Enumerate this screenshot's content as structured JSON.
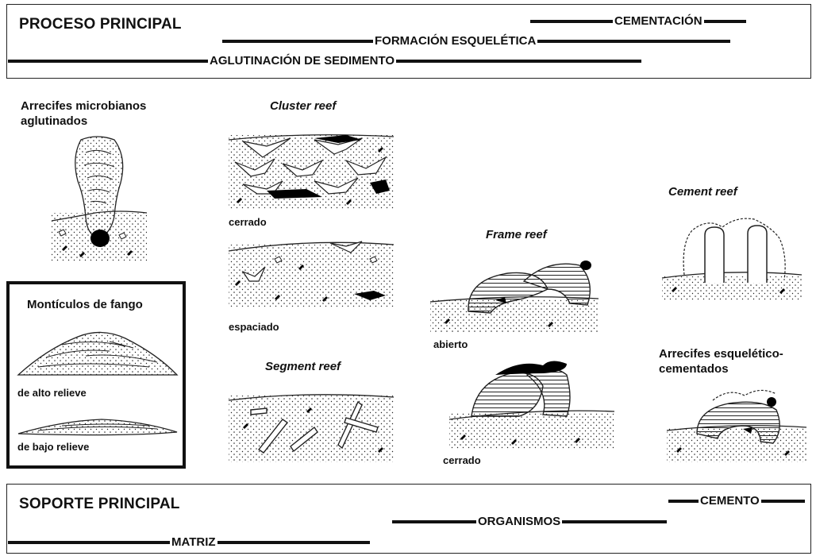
{
  "top_panel": {
    "title": "PROCESO PRINCIPAL",
    "bars": {
      "cementacion": "CEMENTACIÓN",
      "formacion": "FORMACIÓN ESQUELÉTICA",
      "aglutinacion": "AGLUTINACIÓN DE SEDIMENTO"
    }
  },
  "bottom_panel": {
    "title": "SOPORTE PRINCIPAL",
    "bars": {
      "cemento": "CEMENTO",
      "organismos": "ORGANISMOS",
      "matriz": "MATRIZ"
    }
  },
  "microbial": {
    "title_line1": "Arrecifes microbianos",
    "title_line2": "aglutinados"
  },
  "mud_mounds": {
    "title": "Montículos de fango",
    "high": "de alto relieve",
    "low": "de bajo relieve"
  },
  "cluster": {
    "title": "Cluster reef",
    "closed": "cerrado",
    "spaced": "espaciado"
  },
  "segment": {
    "title": "Segment reef"
  },
  "frame": {
    "title": "Frame reef",
    "open": "abierto",
    "closed": "cerrado"
  },
  "cement": {
    "title": "Cement reef"
  },
  "skeletal_cement": {
    "title_line1": "Arrecifes esquelético-",
    "title_line2": "cementados"
  },
  "colors": {
    "ink": "#111111",
    "fill": "#000000",
    "background": "#ffffff"
  }
}
